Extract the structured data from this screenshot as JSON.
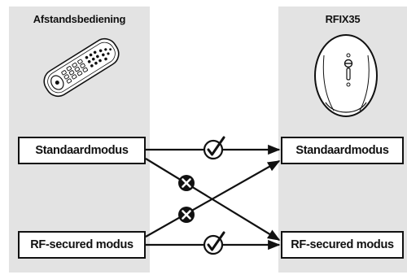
{
  "left_column": {
    "title": "Afstandsbediening",
    "image_icon": "remote-control-illustration",
    "modes": [
      "Standaardmodus",
      "RF-secured modus"
    ]
  },
  "right_column": {
    "title": "RFIX35",
    "image_icon": "rf-extender-device-illustration",
    "modes": [
      "Standaardmodus",
      "RF-secured modus"
    ]
  },
  "connections": [
    {
      "from": "Standaardmodus",
      "to": "Standaardmodus",
      "status": "compatible",
      "icon": "check-mark-icon"
    },
    {
      "from": "Standaardmodus",
      "to": "RF-secured modus",
      "status": "incompatible",
      "icon": "cross-mark-icon"
    },
    {
      "from": "RF-secured modus",
      "to": "Standaardmodus",
      "status": "incompatible",
      "icon": "cross-mark-icon"
    },
    {
      "from": "RF-secured modus",
      "to": "RF-secured modus",
      "status": "compatible",
      "icon": "check-mark-icon"
    }
  ],
  "colors": {
    "panel": "#e3e3e3",
    "line": "#111111",
    "box_fill": "#ffffff"
  }
}
